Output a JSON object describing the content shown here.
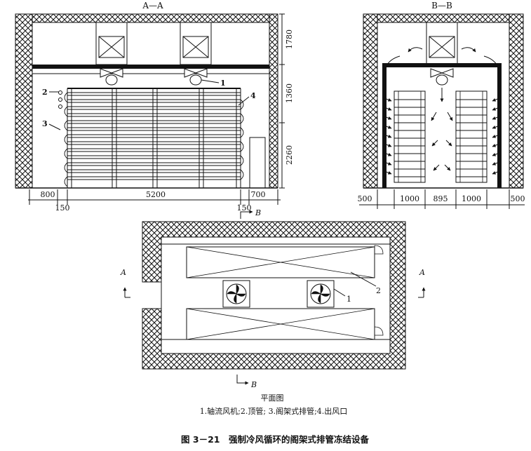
{
  "views": {
    "section_aa": {
      "title": "A—A",
      "callouts": [
        "1",
        "2",
        "3",
        "4"
      ],
      "dims_bottom": [
        "800",
        "5200",
        "700",
        "150",
        "150"
      ],
      "dims_right": [
        "1780",
        "1360",
        "2260"
      ]
    },
    "section_bb": {
      "title": "B—B",
      "dims_bottom": [
        "500",
        "1000",
        "895",
        "1000",
        "500"
      ]
    },
    "plan": {
      "callouts": [
        "2",
        "1"
      ],
      "cut_marks": {
        "a_left": "A",
        "a_right": "A",
        "b_top": "B",
        "b_bottom": "B"
      },
      "title": "平面图"
    }
  },
  "legend": "1.轴流风机;2.顶管; 3.阁架式排管;4.出风口",
  "figure_caption": "图 3－21　强制冷风循环的阁架式排管冻结设备"
}
